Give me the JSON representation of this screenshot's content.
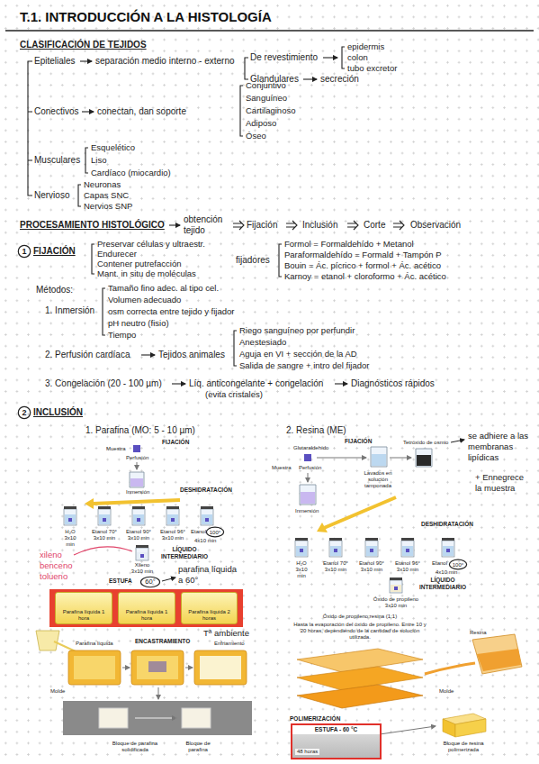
{
  "diagram": {
    "title": "T.1. INTRODUCCIÓN A LA HISTOLOGÍA",
    "nodes": [
      {
        "text": [
          "1"
        ]
      },
      {
        "text": [
          "2"
        ]
      },
      {
        "text": [
          "100°"
        ]
      },
      {
        "text": [
          "60°"
        ]
      },
      {
        "text": [
          "ESTUFA"
        ]
      },
      {
        "text": [
          "Parafina líquida 1 hora"
        ],
        "in": 4
      },
      {
        "text": [
          "Parafina líquida 1 hora"
        ],
        "in": 4
      },
      {
        "text": [
          "Parafina líquida 2 horas"
        ],
        "in": 4
      },
      {
        "text": [
          "100°"
        ]
      },
      {
        "text": [
          "ESTUFA - 60 °C",
          "48 horas"
        ]
      }
    ],
    "labels": [
      "CLASIFICACIÓN DE TEJIDOS",
      "Epiteliales",
      "separación medio interno - externo",
      "De revestimiento",
      "epidermis",
      "colon",
      "tubo excretor",
      "Glandulares",
      "secreción",
      "Conectivos",
      "conectan, dan soporte",
      "Conjuntivo",
      "Sanguíneo",
      "Cartilaginoso",
      "Adiposo",
      "Óseo",
      "Musculares",
      "Esquelético",
      "Liso",
      "Cardíaco (miocardio)",
      "Nervioso",
      "Neuronas",
      "Capas SNC",
      "Nervios SNP",
      "PROCESAMIENTO HISTOLÓGICO",
      "obtención tejido",
      "Fijación",
      "Inclusión",
      "Corte",
      "Observación",
      "FIJACIÓN",
      "Preservar células y ultraestr.",
      "Endurecer",
      "Contener putrefacción",
      "Mant. in situ de moléculas",
      "fijadores",
      "Formol = Formaldehído + Metanol",
      "Paraformaldehído = Formald + Tampón P",
      "Bouin = Ác. pícrico + formol + Ác. acético",
      "Karnoy = etanol + cloroformo + Ác. acético",
      "Métodos:",
      "1. Inmersión",
      "Tamaño fino adec. al tipo cel.",
      "Volumen adecuado",
      "osm correcta entre tejido y fijador",
      "pH neutro (fisio)",
      "Tiempo",
      "2. Perfusión cardíaca",
      "Tejidos animales",
      "Riego sanguíneo por perfundir",
      "Anestesiado",
      "Aguja en VI + sección de la AD",
      "Salida de sangre + intro del fijador",
      "3. Congelación (20 - 100 µm)",
      "Líq. anticongelante + congelación",
      "(evita cristales)",
      "Diagnósticos rápidos",
      "INCLUSIÓN",
      "1. Parafina (MO: 5 - 10 µm)",
      "2. Resina (ME)",
      "FIJACIÓN",
      "Muestra",
      "Perfusión",
      "Inmersión",
      "DESHIDRATACIÓN",
      "H₂O 3x10 min",
      "Etanol 70° 3x10 min",
      "Etanol 90° 3x10 min",
      "Etanol 96° 3x10 min",
      "Etanol",
      "4x10 min",
      "LÍQUIDO INTERMEDIARIO",
      "Xileno 3x10 min",
      "xileno benceno tolueno",
      "parafina líquida a 60°",
      "Parafina líquida",
      "ENCASTRAMIENTO",
      "Enfriamiento",
      "Tª ambiente",
      "Molde",
      "Bloque de parafina solidificada",
      "Bloque de parafina",
      "FIJACIÓN",
      "Glutaraldehído",
      "Lavados en solución tamponada",
      "Tetróxido de osmio",
      "se adhiere a las membranas lipídicas",
      "+ Ennegrece la muestra",
      "Muestra",
      "Perfusión",
      "Inmersión",
      "DESHIDRATACIÓN",
      "H₂O 3x10 min",
      "Etanol 70° 3x10 min",
      "Etanol 90° 3x10 min",
      "Etanol 96° 3x10 min",
      "Etanol",
      "4x10 min",
      "LÍQUIDO INTERMEDIARIO",
      "Óxido de propileno 3x10 min",
      "Óxido de propileno:resina (1:1)",
      "Hasta la evaporación del óxido de propileno. Entre 10 y 20 horas, dependiendo de la cantidad de solución utilizada.",
      "Resina",
      "Molde",
      "POLIMERIZACIÓN",
      "Bloque de resina polimerizada"
    ]
  }
}
